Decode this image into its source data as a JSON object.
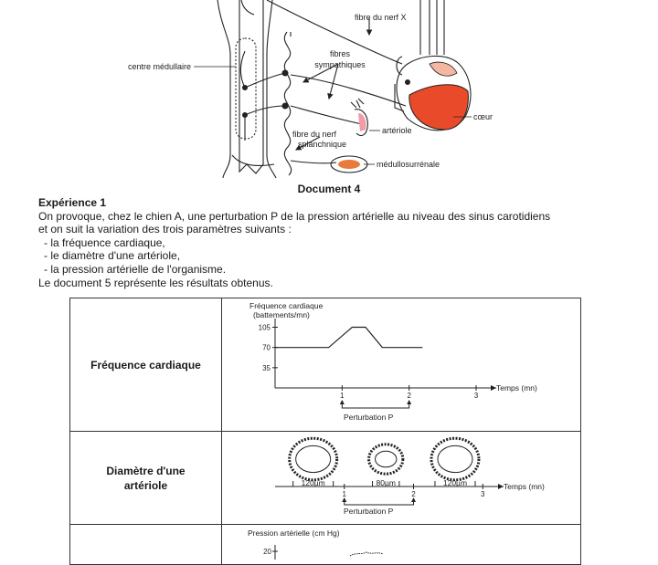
{
  "diagram": {
    "labels": {
      "nerf_x": "fibre du nerf X",
      "centre_medullaire": "centre médullaire",
      "fibres_sympathiques": "fibres\nsympathiques",
      "arteriole": "artériole",
      "coeur": "cœur",
      "nerf_splanchnique": "fibre du nerf\nsplanchnique",
      "medullosurrenale": "médullosurrénale"
    },
    "title": "Document 4"
  },
  "experience": {
    "heading": "Expérience 1",
    "para1": "On provoque, chez le chien A, une perturbation P de la pression artérielle au niveau des sinus carotidiens",
    "para2": "et on suit la variation des trois paramètres suivants :",
    "items": [
      "- la fréquence cardiaque,",
      "- le diamètre d'une artériole,",
      "- la pression artérielle de l'organisme."
    ],
    "para3": "Le document 5 représente les résultats obtenus."
  },
  "table": {
    "rows": [
      {
        "param": "Fréquence cardiaque"
      },
      {
        "param": "Diamètre d'une\nartériole"
      },
      {
        "param": ""
      }
    ]
  },
  "chart_data": [
    {
      "type": "line",
      "ylabel": "Fréquence cardiaque\n(battements/mn)",
      "xlabel": "Temps (mn)",
      "yticks": [
        35,
        70,
        105
      ],
      "xticks": [
        1,
        2,
        3
      ],
      "x": [
        0,
        0.55,
        0.8,
        1.15,
        1.35,
        1.6,
        2.2
      ],
      "y": [
        70,
        70,
        70,
        105,
        105,
        70,
        70
      ],
      "ylim": [
        0,
        120
      ],
      "xlim": [
        0,
        3.3
      ],
      "annotation": "Perturbation P",
      "perturbation_interval": [
        1,
        2
      ]
    },
    {
      "type": "diagram-sequence",
      "xlabel": "Temps (mn)",
      "xticks": [
        1,
        2,
        3
      ],
      "diameters": [
        "120µm",
        "80µm",
        "120µm"
      ],
      "annotation": "Perturbation P",
      "perturbation_interval": [
        1,
        2
      ]
    },
    {
      "type": "line",
      "ylabel": "Pression artérielle (cm Hg)",
      "yticks": [
        20
      ]
    }
  ]
}
